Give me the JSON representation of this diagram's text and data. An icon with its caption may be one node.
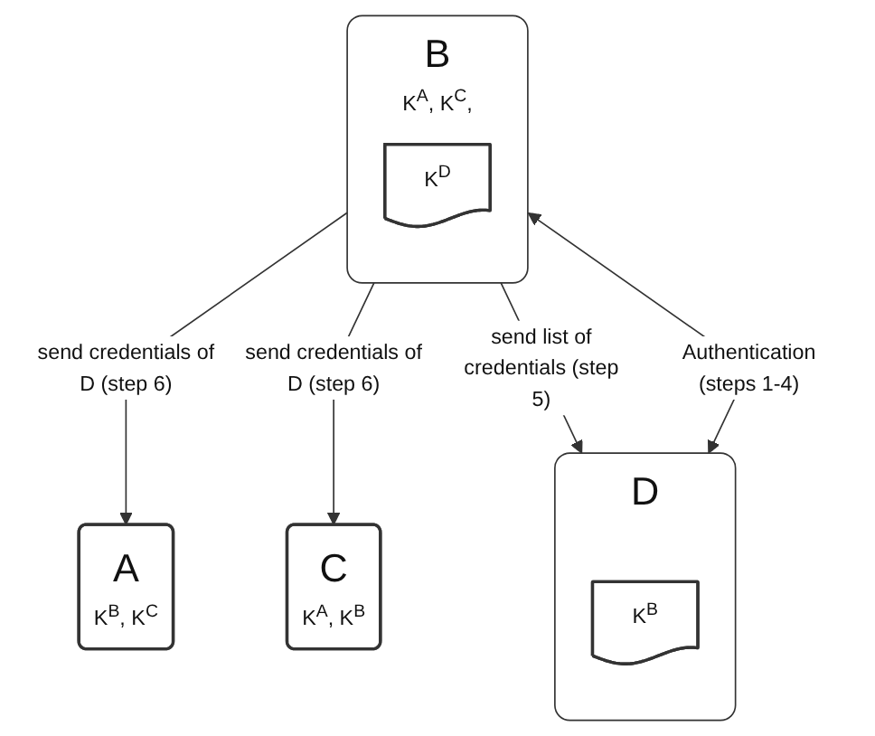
{
  "diagram": {
    "nodes": [
      {
        "text": [
          "A",
          "K$^{B}$, K$^{C}$"
        ]
      },
      {
        "text": [
          "B",
          "K$^{A}$, K$^{C}$,"
        ]
      },
      {
        "text": [
          "K$^{D}$"
        ],
        "in": 1
      },
      {
        "text": [
          "C",
          "K$^{A}$, K$^{B}$"
        ]
      },
      {
        "text": [
          "D"
        ]
      },
      {
        "text": [
          "K$^{B}$"
        ],
        "in": 4
      }
    ],
    "edges": [
      {
        "from": 1,
        "to": 0,
        "arrow": "to",
        "label": "send credentials of D (step 6)"
      },
      {
        "from": 1,
        "to": 3,
        "arrow": "to",
        "label": "send credentials of D (step 6)"
      },
      {
        "from": 1,
        "to": 4,
        "arrow": "to",
        "label": "send list of credentials (step 5)"
      },
      {
        "from": 1,
        "to": 4,
        "arrow": "both",
        "label": "Authentication (steps 1-4)"
      }
    ]
  }
}
